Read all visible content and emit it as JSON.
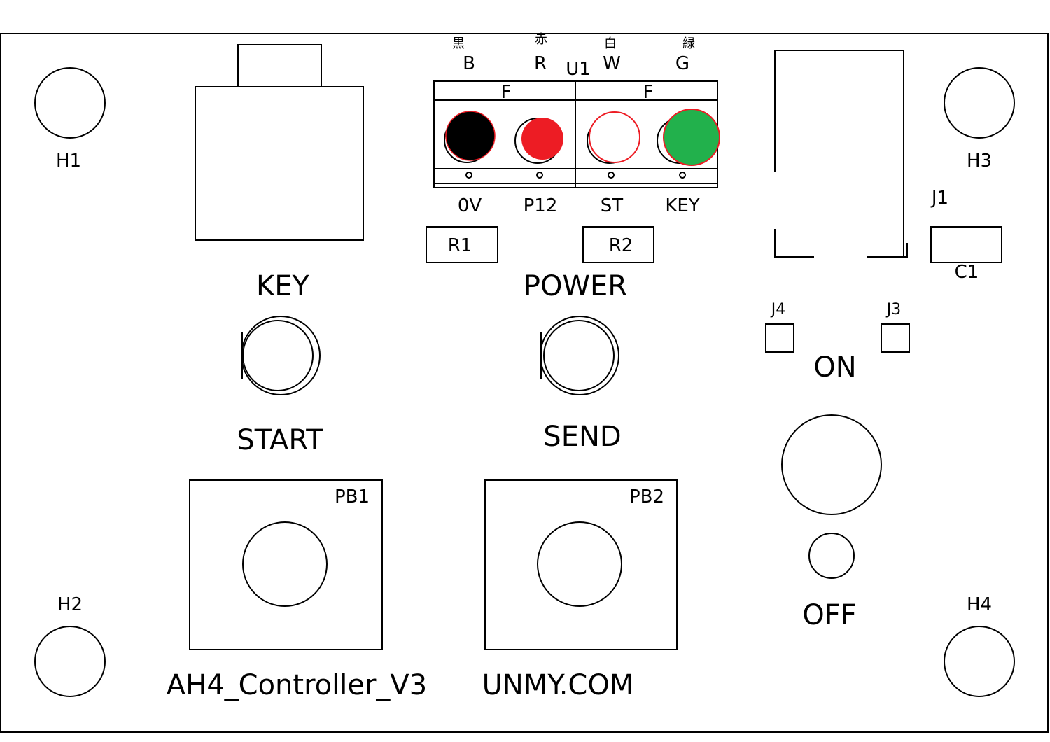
{
  "board": {
    "mount_holes": [
      "H1",
      "H2",
      "H3",
      "H4"
    ],
    "connector": {
      "ref": "U1",
      "wires": [
        {
          "kanji": "黒",
          "letter": "B",
          "signal": "0V",
          "color": "#000000"
        },
        {
          "kanji": "赤",
          "letter": "R",
          "signal": "P12",
          "color": "#ed1c24"
        },
        {
          "kanji": "白",
          "letter": "W",
          "signal": "ST",
          "color": "#ffffff"
        },
        {
          "kanji": "緑",
          "letter": "G",
          "signal": "KEY",
          "color": "#22b14c"
        }
      ],
      "block_labels": [
        "F",
        "F"
      ]
    },
    "resistors": [
      "R1",
      "R2"
    ],
    "capacitor": "C1",
    "jumpers": [
      "J1",
      "J3",
      "J4"
    ],
    "leds": [
      "KEY",
      "POWER"
    ],
    "led_labels_below": [
      "START",
      "SEND"
    ],
    "pushbuttons": [
      "PB1",
      "PB2"
    ],
    "switch": {
      "on": "ON",
      "off": "OFF"
    },
    "footer": {
      "project": "AH4_Controller_V3",
      "site": "UNMY.COM"
    }
  }
}
